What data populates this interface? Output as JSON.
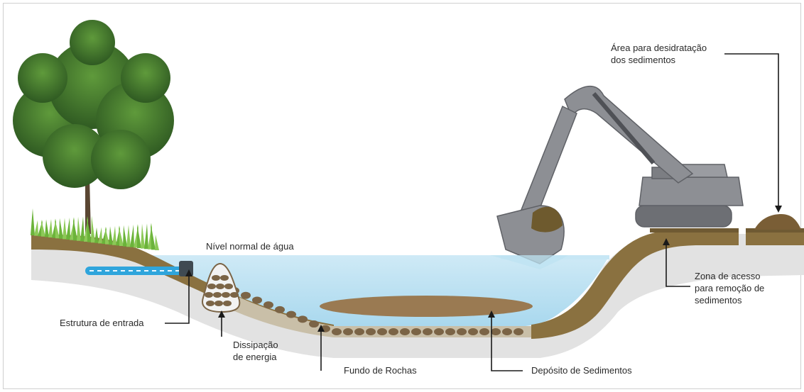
{
  "labels": {
    "water_level": "Nível normal de água",
    "inlet": "Estrutura de entrada",
    "dissipation_1": "Dissipação",
    "dissipation_2": "de energia",
    "rock_bottom": "Fundo de Rochas",
    "sediment_deposit": "Depósito de Sedimentos",
    "access_zone_1": "Zona de acesso",
    "access_zone_2": "para remoção de",
    "access_zone_3": "sedimentos",
    "dewatering_1": "Área para desidratação",
    "dewatering_2": "dos sedimentos"
  },
  "colors": {
    "water": "#bde3f2",
    "soil": "#8a7140",
    "sediment": "#9a7a52",
    "rock": "#7b6446",
    "gravel": "#dedede",
    "grass": "#6bb33a",
    "excavator": "#8d8f94",
    "pipe": "#2fa5dc"
  },
  "icons": {
    "tree": "tree-icon",
    "excavator": "excavator-icon",
    "pipe": "inlet-pipe-icon"
  }
}
